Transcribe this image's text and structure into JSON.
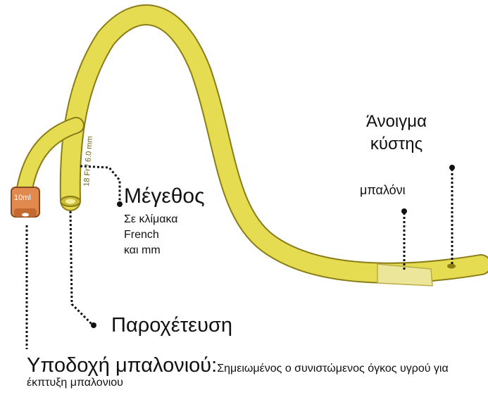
{
  "labels": {
    "size_title": "Μέγεθος",
    "size_desc": [
      "Σε κλίμακα",
      "French",
      "και mm"
    ],
    "drainage": "Παροχέτευση",
    "balloon": "μπαλόνι",
    "bladder_opening": [
      "Άνοιγμα",
      "κύστης"
    ],
    "balloon_port_title": "Υποδοχή μπαλονιού:",
    "balloon_port_desc": "Σημειωμένος ο συνιστώμενος όγκος υγρού για έκπτυξη μπαλονιου"
  },
  "catheter_markings": {
    "size_text": "18 Fr / 6.0 mm",
    "valve_volume": "10ml"
  },
  "colors": {
    "tube": "#e6dc52",
    "tube_outline": "#8a7d18",
    "valve": "#e08a4f",
    "balloon": "#ece69a",
    "leader": "#111111"
  }
}
